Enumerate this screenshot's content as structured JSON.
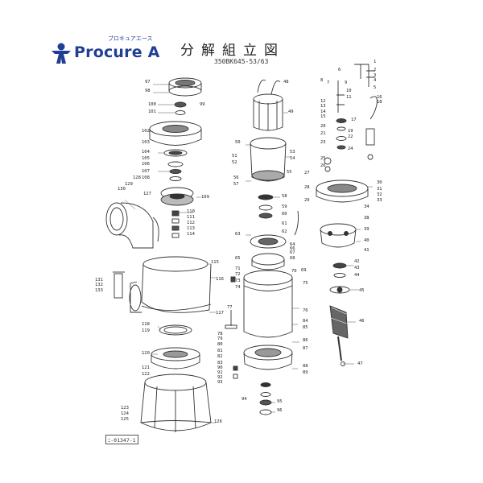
{
  "logo": {
    "brand": "Procure A",
    "kana": "プロキュアエース",
    "icon": "person-badge-icon",
    "color": "#1f3f95"
  },
  "header": {
    "title": "分解組立図",
    "model": "350BK645-53/63"
  },
  "footer": {
    "doc_no": "ﾆ-01347-1"
  },
  "callouts": [
    "1",
    "2",
    "3",
    "4",
    "5",
    "6",
    "7",
    "8",
    "9",
    "10",
    "11",
    "12",
    "13",
    "14",
    "15",
    "16",
    "17",
    "18",
    "19",
    "20",
    "21",
    "22",
    "23",
    "24",
    "25",
    "26",
    "27",
    "28",
    "29",
    "30",
    "31",
    "32",
    "33",
    "34",
    "38",
    "39",
    "40",
    "41",
    "42",
    "43",
    "44",
    "45",
    "46",
    "47",
    "48",
    "49",
    "50",
    "51",
    "52",
    "53",
    "54",
    "55",
    "56",
    "57",
    "58",
    "59",
    "60",
    "61",
    "62",
    "63",
    "64",
    "65",
    "66",
    "67",
    "68",
    "69",
    "70",
    "71",
    "72",
    "73",
    "74",
    "75",
    "76",
    "77",
    "78",
    "79",
    "80",
    "81",
    "82",
    "83",
    "84",
    "85",
    "86",
    "87",
    "88",
    "89",
    "90",
    "91",
    "92",
    "93",
    "94",
    "95",
    "96",
    "97",
    "98",
    "99",
    "100",
    "101",
    "102",
    "103",
    "104",
    "105",
    "106",
    "107",
    "108",
    "109",
    "110",
    "111",
    "112",
    "113",
    "114",
    "115",
    "116",
    "117",
    "118",
    "119",
    "120",
    "121",
    "122",
    "123",
    "124",
    "125",
    "126",
    "127",
    "128",
    "129",
    "130",
    "131",
    "132",
    "133"
  ]
}
